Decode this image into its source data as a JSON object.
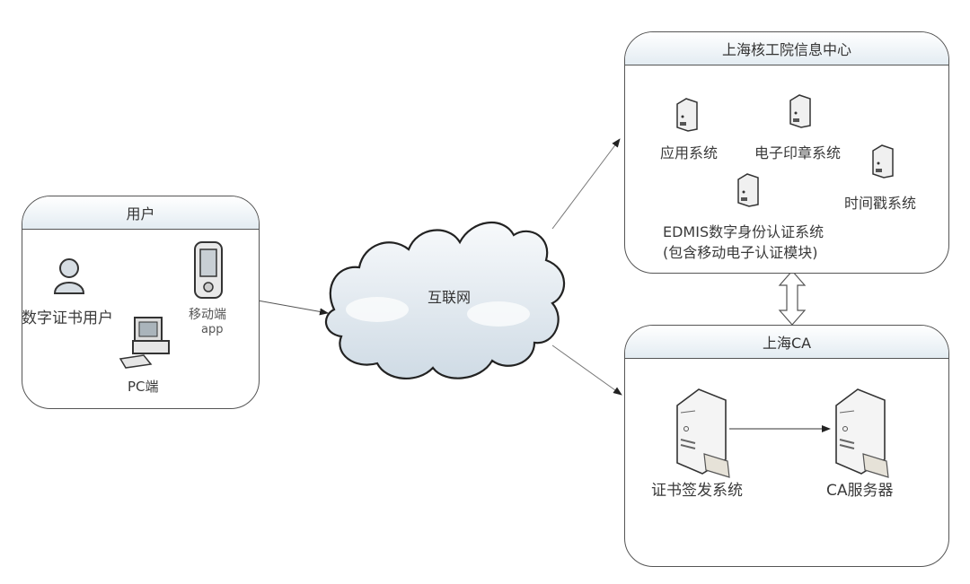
{
  "panels": {
    "user": {
      "title": "用户",
      "items": {
        "cert_user": "数字证书用户",
        "mobile_line1": "移动端",
        "mobile_line2": "app",
        "pc": "PC端"
      }
    },
    "info_center": {
      "title": "上海核工院信息中心",
      "items": {
        "app_system": "应用系统",
        "seal_system": "电子印章系统",
        "timestamp_system": "时间戳系统",
        "edmis_line1": "EDMIS数字身份认证系统",
        "edmis_line2": "(包含移动电子认证模块)"
      }
    },
    "shanghai_ca": {
      "title": "上海CA",
      "items": {
        "cert_issue": "证书签发系统",
        "ca_server": "CA服务器"
      }
    }
  },
  "cloud": {
    "label": "互联网"
  },
  "colors": {
    "stroke": "#555555",
    "header_gradient_end": "#e3ecf2",
    "cloud_fill": "#e4ebf1"
  }
}
